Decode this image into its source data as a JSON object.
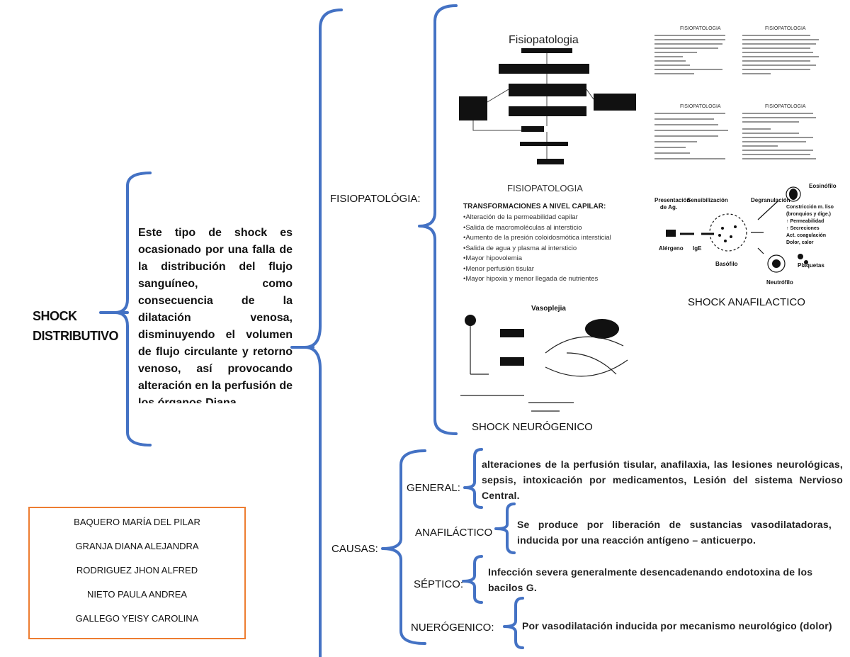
{
  "title": "SHOCK DISTRIBUTIVO",
  "definition": "Este tipo de shock es ocasionado por una falla de la distribución del flujo sanguíneo, como consecuencia de la dilatación venosa, disminuyendo el volumen de flujo circulante y retorno venoso, así provocando alteración en la perfusión de los órganos Diana.",
  "fisiopatologia": {
    "label": "FISIOPATOLÓGIA:",
    "diagram_title": "Fisiopatologia",
    "panel_titles": [
      "FISIOPATOLOGIA",
      "FISIOPATOLOGIA",
      "FISIOPATOLOGIA",
      "FISIOPATOLOGIA"
    ],
    "capillary": {
      "title": "FISIOPATOLOGIA",
      "subtitle": "TRANSFORMACIONES A NIVEL CAPILAR:",
      "items": [
        "•Alteración de la permeabilidad capilar",
        "•Salida de macromoléculas al intersticio",
        "•Aumento de la presión coloidosmótica intersticial",
        "•Salida de agua y plasma al intersticio",
        "•Mayor hipovolemia",
        "•Menor perfusión tisular",
        "•Mayor hipoxia y menor llegada de nutrientes"
      ]
    },
    "anaphylaxis_labels": {
      "presentation": "Presentación de Ag.",
      "sensitization": "Sensibilización",
      "degranulation": "Degranulación",
      "eosinophil": "Eosinófilo",
      "allergen": "Alérgeno",
      "ige": "IgE",
      "basophil": "Basófilo",
      "platelets": "Plaquetas",
      "neutrophil": "Neutrófilo",
      "effects": [
        "Constricción m. liso (bronquios y dige.)",
        "↑ Permeabilidad",
        "↑ Secreciones",
        "Act. coagulación",
        "Dolor, calor"
      ]
    },
    "vasoplegia_title": "Vasoplejia",
    "caption_anaphylactic": "SHOCK ANAFILACTICO",
    "caption_neurogenic": "SHOCK NEURÓGENICO"
  },
  "causas": {
    "label": "CAUSAS:",
    "items": [
      {
        "label": "GENERAL:",
        "text": "alteraciones de la perfusión tisular, anafilaxia, las lesiones neurológicas, sepsis, intoxicación por medicamentos, Lesión del sistema Nervioso Central."
      },
      {
        "label": "ANAFILÁCTICO",
        "text": "Se produce por liberación de sustancias vasodilatadoras, inducida por una reacción antígeno – anticuerpo."
      },
      {
        "label": "SÉPTICO:",
        "text": "Infección severa generalmente desencadenando endotoxina de los bacilos G."
      },
      {
        "label": "NUERÓGENICO:",
        "text": "Por vasodilatación inducida por mecanismo neurológico (dolor)"
      }
    ]
  },
  "authors": [
    "BAQUERO MARÍA DEL PILAR",
    "GRANJA DIANA ALEJANDRA",
    "RODRIGUEZ JHON ALFRED",
    "NIETO PAULA ANDREA",
    "GALLEGO YEISY CAROLINA"
  ],
  "colors": {
    "brace": "#4472c4",
    "authors_border": "#ed7d31"
  }
}
